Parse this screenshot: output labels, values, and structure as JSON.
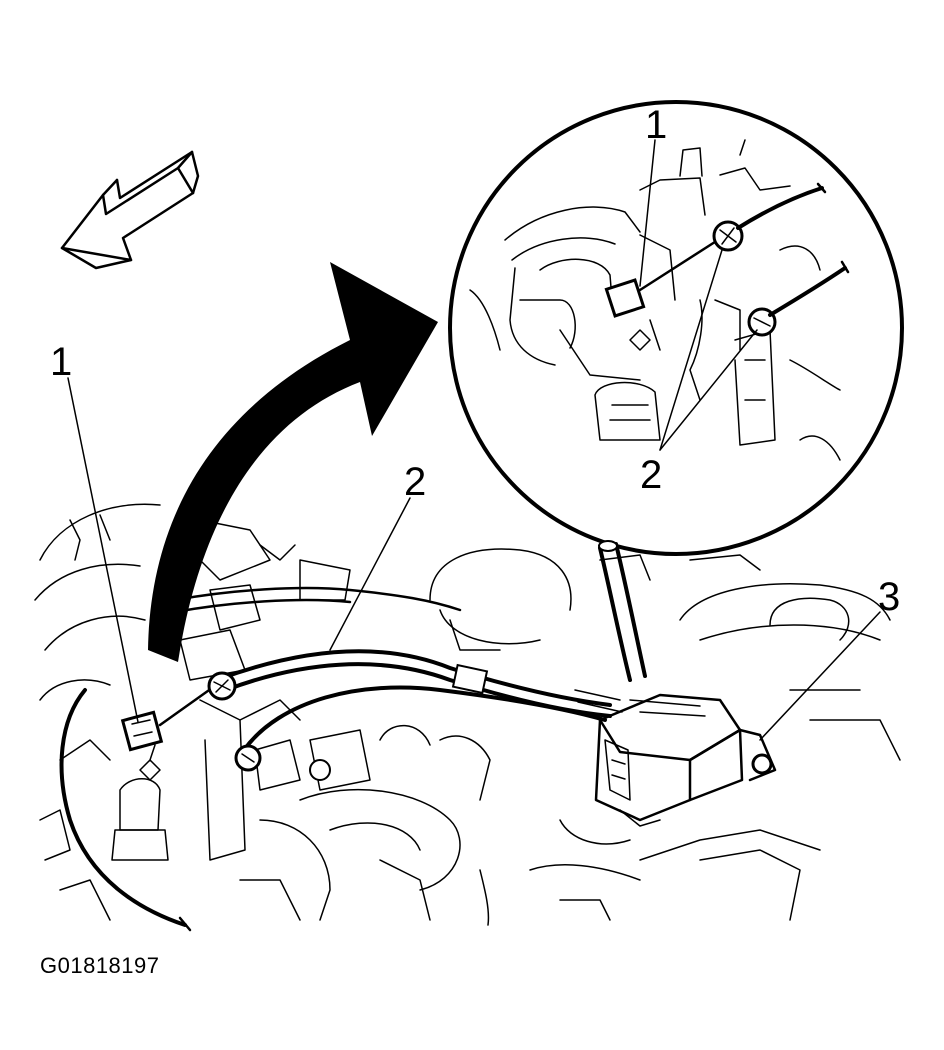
{
  "figure_id": "G01818197",
  "callouts": {
    "main_1": "1",
    "main_2": "2",
    "main_3": "3",
    "inset_1": "1",
    "inset_2": "2"
  },
  "colors": {
    "ink": "#000000",
    "paper": "#ffffff"
  },
  "icons": {
    "direction_arrow": "front-direction-arrow-icon",
    "zoom_arrow": "zoom-curved-arrow-icon"
  }
}
